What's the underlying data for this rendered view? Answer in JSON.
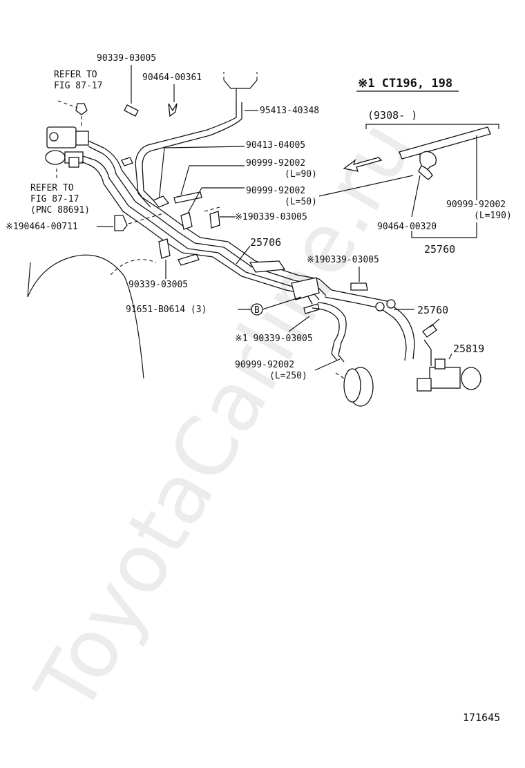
{
  "watermark": "ToyotaCarline.ru",
  "figure_number": "171645",
  "variant_header": "※1 CT196, 198",
  "date_range": "(9308-      )",
  "refs": {
    "fig_ref_top_1": "REFER TO",
    "fig_ref_top_2": "FIG 87-17",
    "fig_ref_mid_1": "REFER TO",
    "fig_ref_mid_2": "FIG 87-17",
    "fig_ref_mid_3": "(PNC 88691)"
  },
  "parts": {
    "p_90339_top": "90339-03005",
    "p_90464_00361": "90464-00361",
    "p_95413": "95413-40348",
    "p_90413": "90413-04005",
    "p_90999_l90": "90999-92002",
    "p_l90": "(L=90)",
    "p_90999_l50": "90999-92002",
    "p_l50": "(L=50)",
    "p_190339_a": "※190339-03005",
    "p_190464": "※190464-00711",
    "p_25706": "25706",
    "p_90339_bottom": "90339-03005",
    "p_190339_b": "※190339-03005",
    "p_91651": "91651-B0614 (3)",
    "b_marker": "B",
    "p_25760_right": "25760",
    "p_190339_c": "※1 90339-03005",
    "p_25819": "25819",
    "p_90999_l250": "90999-92002",
    "p_l250": "(L=250)",
    "p_90464_00320": "90464-00320",
    "p_90999_l190": "90999-92002",
    "p_l190": "(L=190)",
    "p_25760_inset": "25760"
  }
}
